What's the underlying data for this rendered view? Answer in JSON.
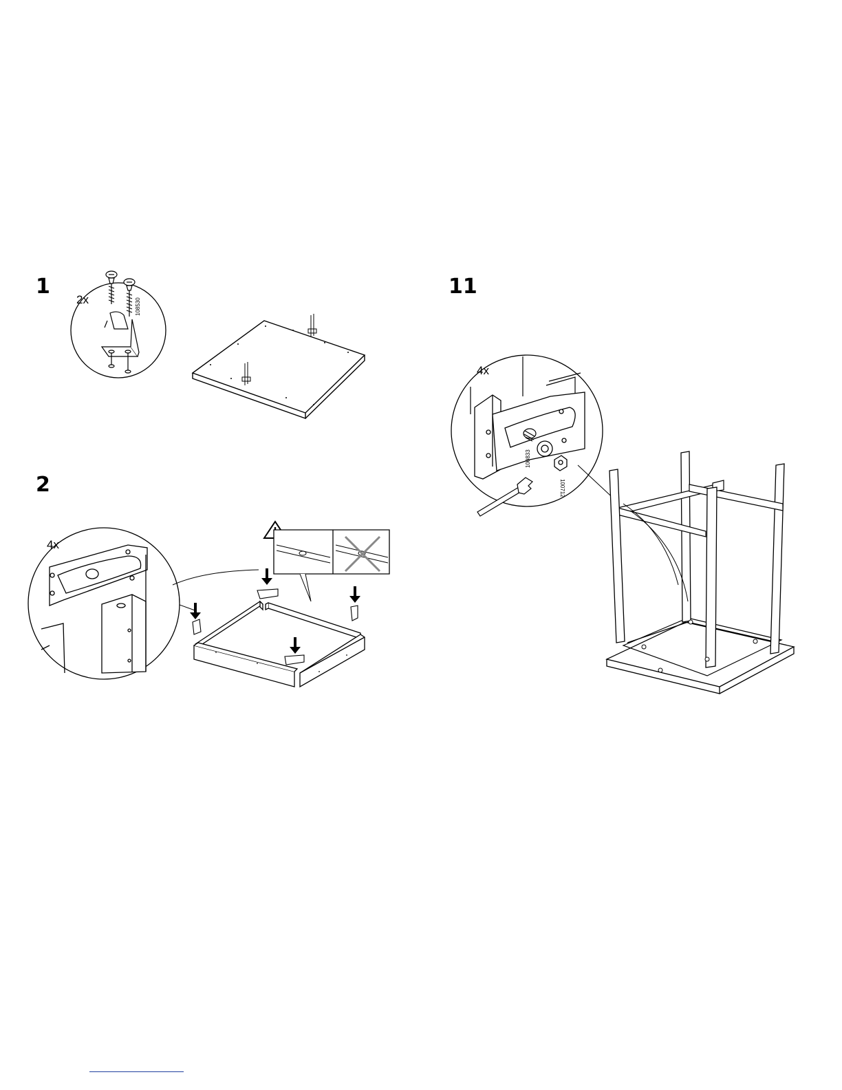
{
  "steps": {
    "s1": {
      "number": "1",
      "quantity": "2x",
      "part_number": "108530"
    },
    "s2": {
      "number": "2",
      "quantity": "4x"
    },
    "s11": {
      "number": "11",
      "quantity": "4x",
      "part_number_a": "100833",
      "part_number_b": "100712"
    }
  },
  "icons": {
    "warning": "warning-triangle-icon",
    "wrong": "cross-out-icon",
    "arrow": "down-arrow-icon"
  },
  "colors": {
    "ink": "#000000",
    "paper": "#ffffff",
    "cross": "#888888",
    "link": "#1f3f9f"
  }
}
